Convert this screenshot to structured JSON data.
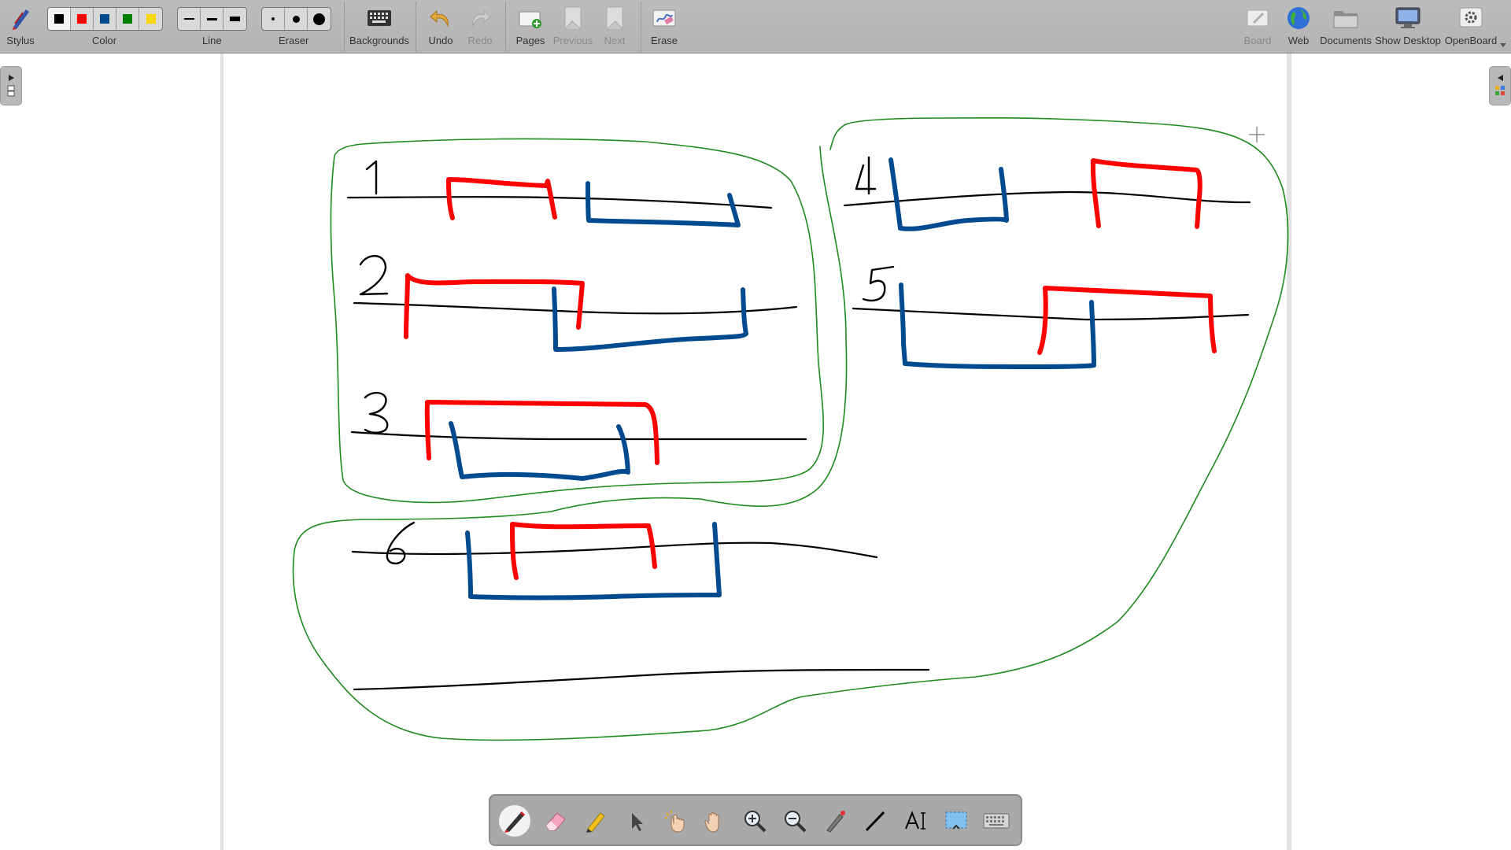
{
  "toolbar": {
    "stylus_label": "Stylus",
    "color_label": "Color",
    "colors": [
      "#000000",
      "#ff0000",
      "#004a8f",
      "#008000",
      "#ffd700"
    ],
    "selected_color_index": 0,
    "line_label": "Line",
    "eraser_label": "Eraser",
    "backgrounds_label": "Backgrounds",
    "undo_label": "Undo",
    "redo_label": "Redo",
    "pages_label": "Pages",
    "previous_label": "Previous",
    "next_label": "Next",
    "erase_label": "Erase",
    "board_label": "Board",
    "web_label": "Web",
    "documents_label": "Documents",
    "show_desktop_label": "Show Desktop",
    "openboard_label": "OpenBoard"
  },
  "board": {
    "labels": [
      "1",
      "2",
      "3",
      "4",
      "5",
      "6"
    ],
    "ink_colors": {
      "black": "#000000",
      "red": "#ff0000",
      "blue": "#004a8f",
      "green": "#1e8a1e"
    }
  },
  "palette": {
    "tools": [
      "pen-icon",
      "eraser-icon",
      "marker-icon",
      "selector-icon",
      "interact-icon",
      "hand-icon",
      "zoom-in-icon",
      "zoom-out-icon",
      "laser-pointer-icon",
      "line-icon",
      "text-icon",
      "capture-icon",
      "keyboard-icon"
    ],
    "active_tool": "pen-icon"
  }
}
